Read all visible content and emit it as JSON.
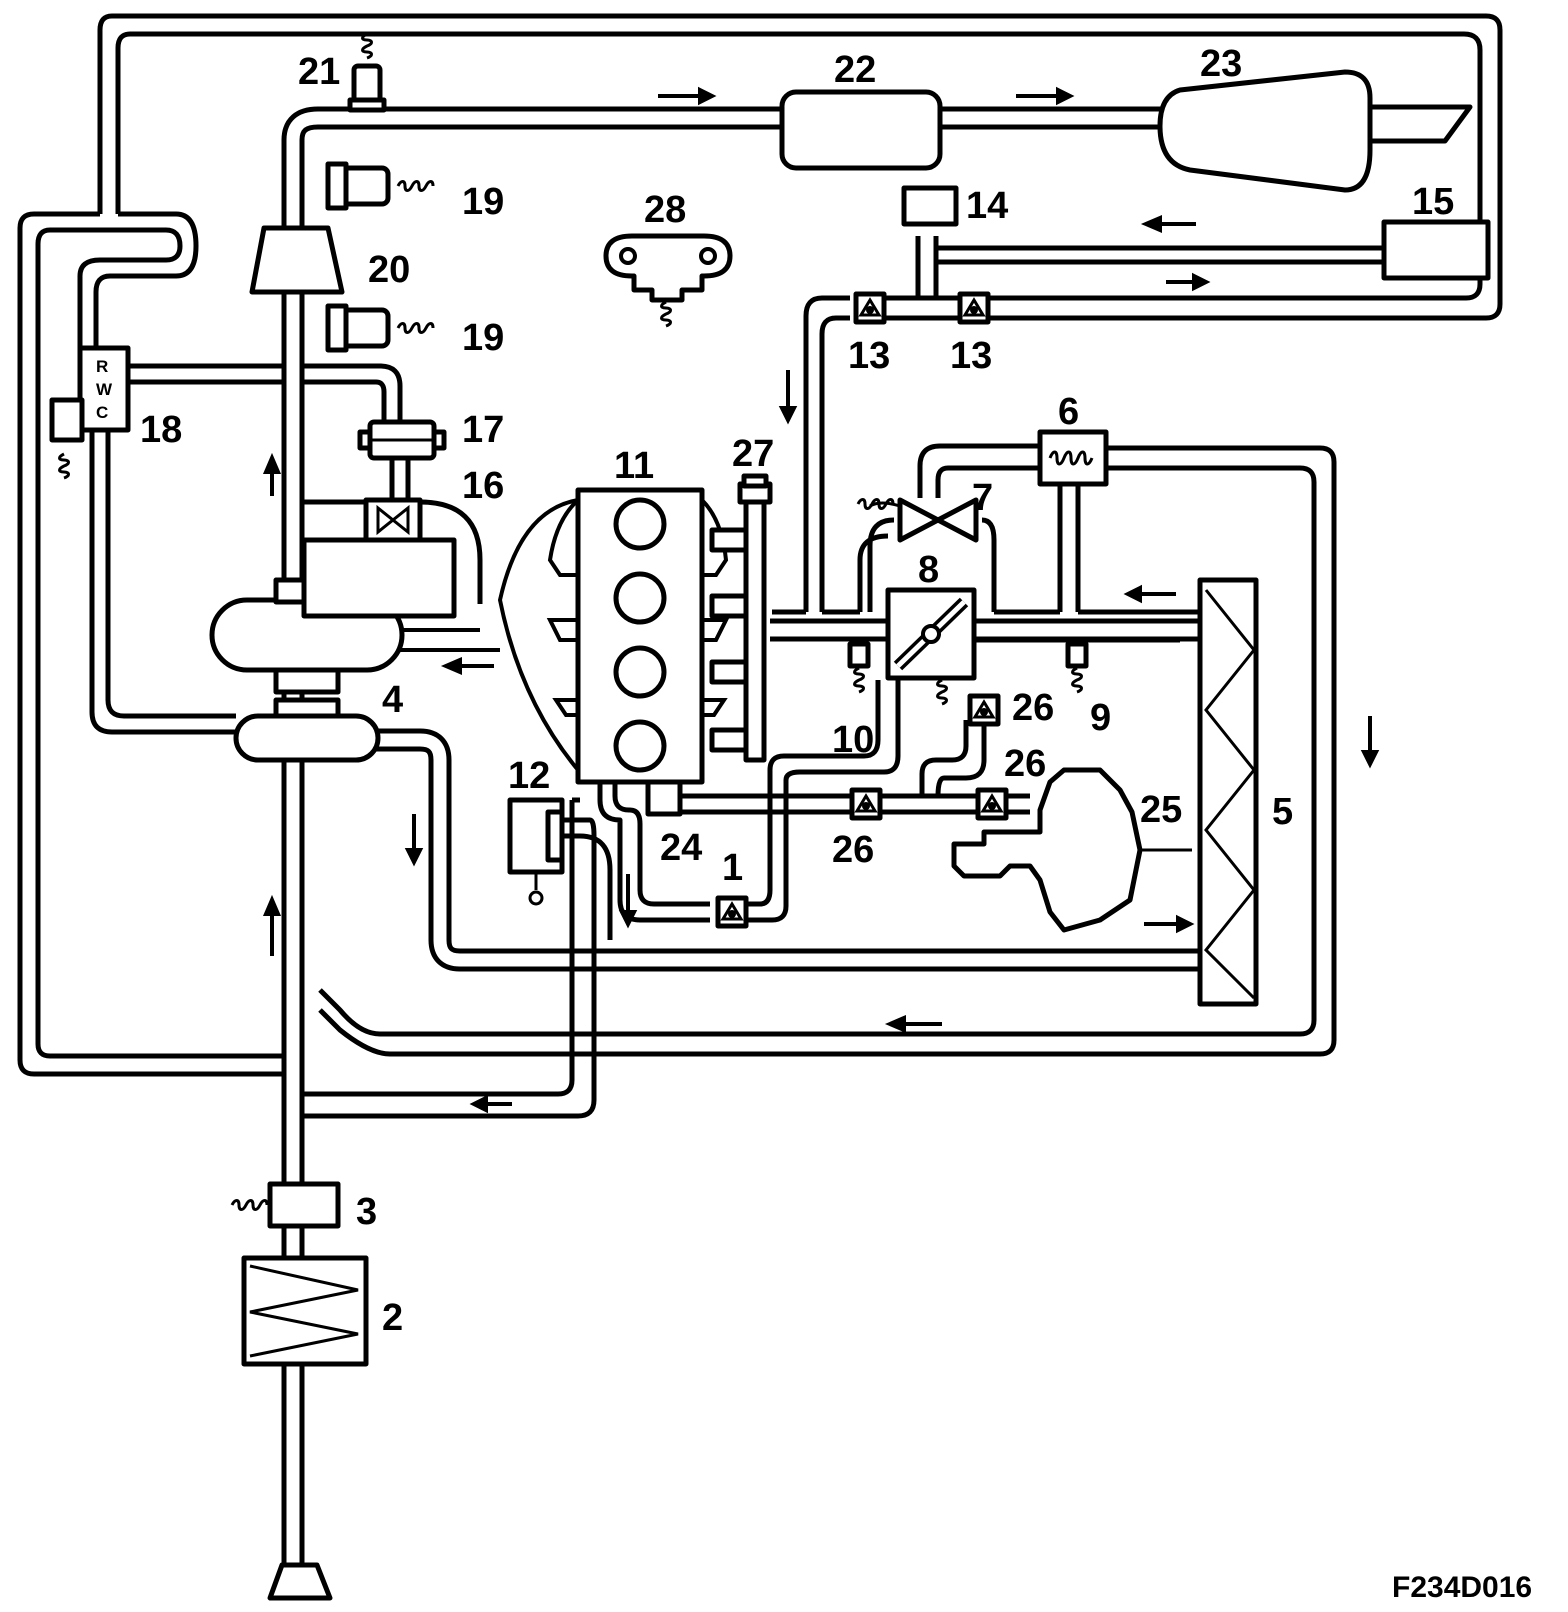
{
  "figure_code": "F234D016",
  "valve_letters": [
    "R",
    "W",
    "C"
  ],
  "callouts": [
    {
      "id": "1",
      "text": "1"
    },
    {
      "id": "2",
      "text": "2"
    },
    {
      "id": "3",
      "text": "3"
    },
    {
      "id": "4",
      "text": "4"
    },
    {
      "id": "5",
      "text": "5"
    },
    {
      "id": "6",
      "text": "6"
    },
    {
      "id": "7",
      "text": "7"
    },
    {
      "id": "8",
      "text": "8"
    },
    {
      "id": "9",
      "text": "9"
    },
    {
      "id": "10",
      "text": "10"
    },
    {
      "id": "11",
      "text": "11"
    },
    {
      "id": "12",
      "text": "12"
    },
    {
      "id": "13a",
      "text": "13"
    },
    {
      "id": "13b",
      "text": "13"
    },
    {
      "id": "14",
      "text": "14"
    },
    {
      "id": "15",
      "text": "15"
    },
    {
      "id": "16",
      "text": "16"
    },
    {
      "id": "17",
      "text": "17"
    },
    {
      "id": "18",
      "text": "18"
    },
    {
      "id": "19a",
      "text": "19"
    },
    {
      "id": "19b",
      "text": "19"
    },
    {
      "id": "20",
      "text": "20"
    },
    {
      "id": "21",
      "text": "21"
    },
    {
      "id": "22",
      "text": "22"
    },
    {
      "id": "23",
      "text": "23"
    },
    {
      "id": "24",
      "text": "24"
    },
    {
      "id": "25",
      "text": "25"
    },
    {
      "id": "26a",
      "text": "26"
    },
    {
      "id": "26b",
      "text": "26"
    },
    {
      "id": "26c",
      "text": "26"
    },
    {
      "id": "27",
      "text": "27"
    },
    {
      "id": "28",
      "text": "28"
    }
  ]
}
